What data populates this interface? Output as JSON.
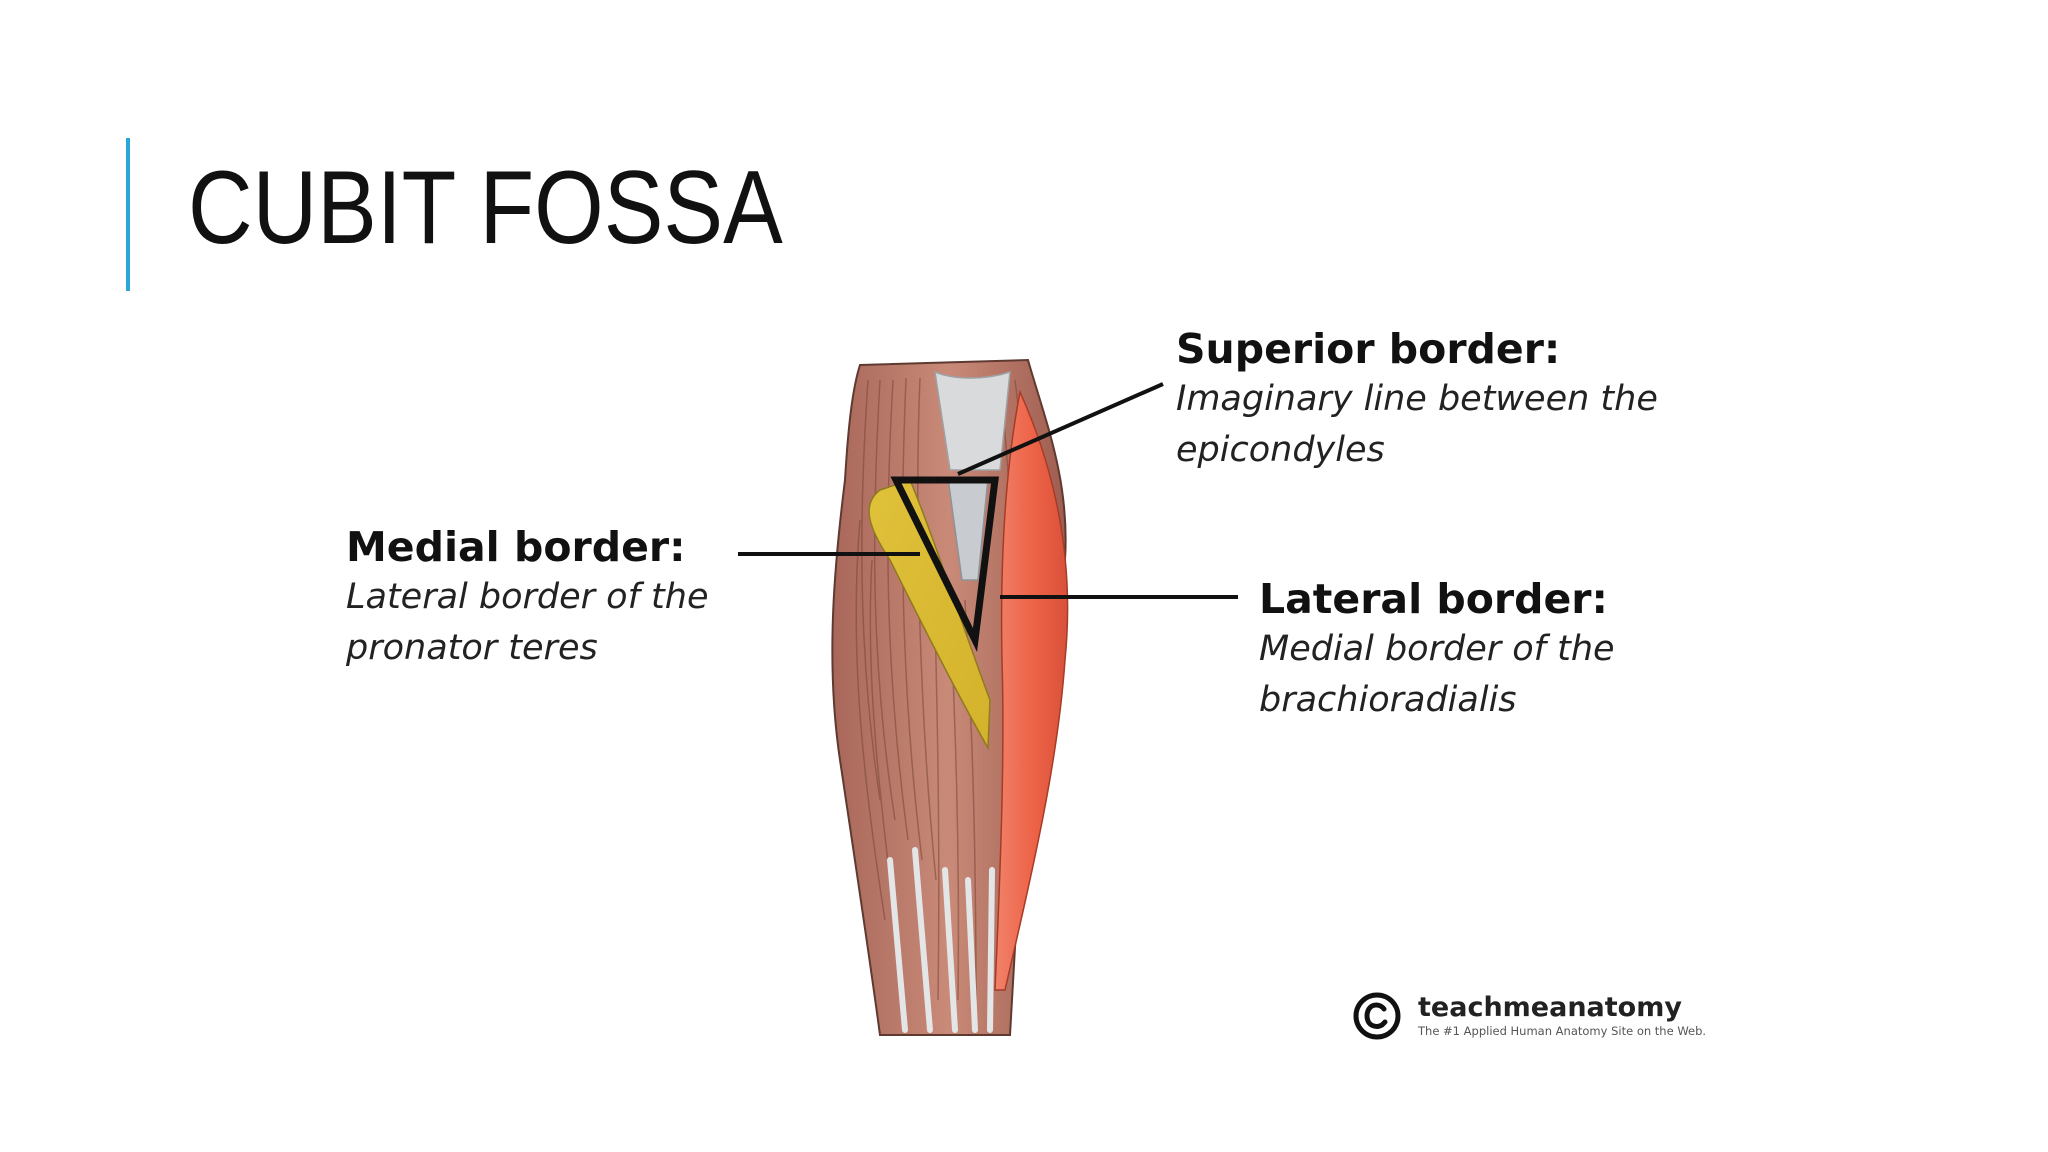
{
  "slide": {
    "title": "CUBIT FOSSA",
    "accent_color": "#2aa7d6"
  },
  "labels": {
    "superior": {
      "heading": "Superior border:",
      "line1": "Imaginary line between the",
      "line2": "epicondyles"
    },
    "medial": {
      "heading": "Medial border:",
      "line1": "Lateral border of the",
      "line2": "pronator teres"
    },
    "lateral": {
      "heading": "Lateral border:",
      "line1": "Medial border of the",
      "line2": "brachioradialis"
    }
  },
  "colors": {
    "pronator_teres": "#e8c93a",
    "brachioradialis": "#ee6a4e",
    "muscle_base": "#b9735f",
    "tendon": "#d9dadc"
  },
  "copyright": {
    "icon": "copyright-icon",
    "name": "teachmeanatomy",
    "tagline": "The #1 Applied Human Anatomy Site on the Web."
  }
}
